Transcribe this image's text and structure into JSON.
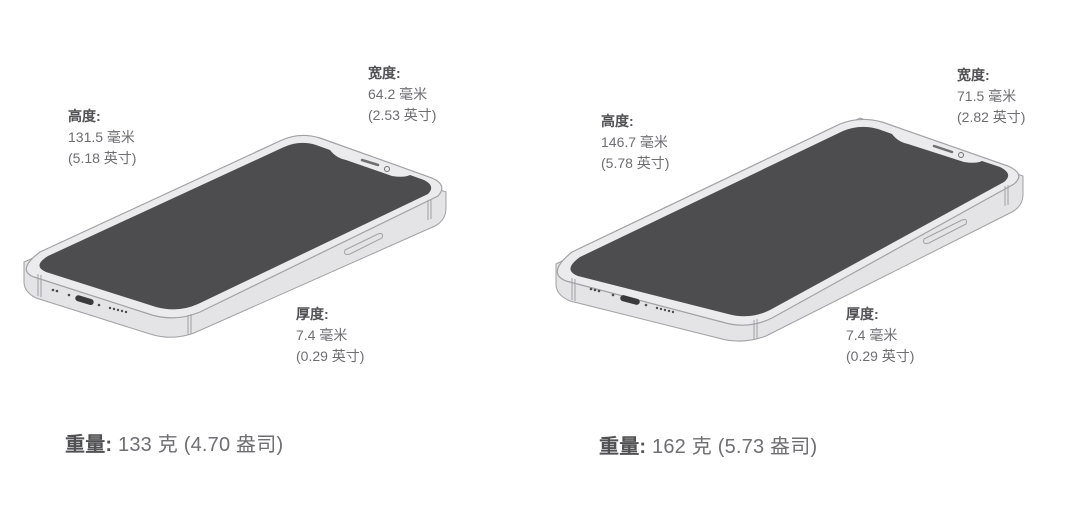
{
  "colors": {
    "frame": "#e8e8ea",
    "frame_edge": "#a1a1a6",
    "screen": "#4d4d50",
    "text": "#6e6e73",
    "text_strong": "#515154"
  },
  "models": [
    {
      "height": {
        "title": "高度:",
        "mm": "131.5 毫米",
        "in": "(5.18 英寸)"
      },
      "width": {
        "title": "宽度:",
        "mm": "64.2 毫米",
        "in": "(2.53 英寸)"
      },
      "depth": {
        "title": "厚度:",
        "mm": "7.4 毫米",
        "in": "(0.29 英寸)"
      },
      "weight": {
        "label": "重量:",
        "value": "133 克 (4.70 盎司)"
      }
    },
    {
      "height": {
        "title": "高度:",
        "mm": "146.7 毫米",
        "in": "(5.78 英寸)"
      },
      "width": {
        "title": "宽度:",
        "mm": "71.5 毫米",
        "in": "(2.82 英寸)"
      },
      "depth": {
        "title": "厚度:",
        "mm": "7.4 毫米",
        "in": "(0.29 英寸)"
      },
      "weight": {
        "label": "重量:",
        "value": "162 克 (5.73 盎司)"
      }
    }
  ]
}
